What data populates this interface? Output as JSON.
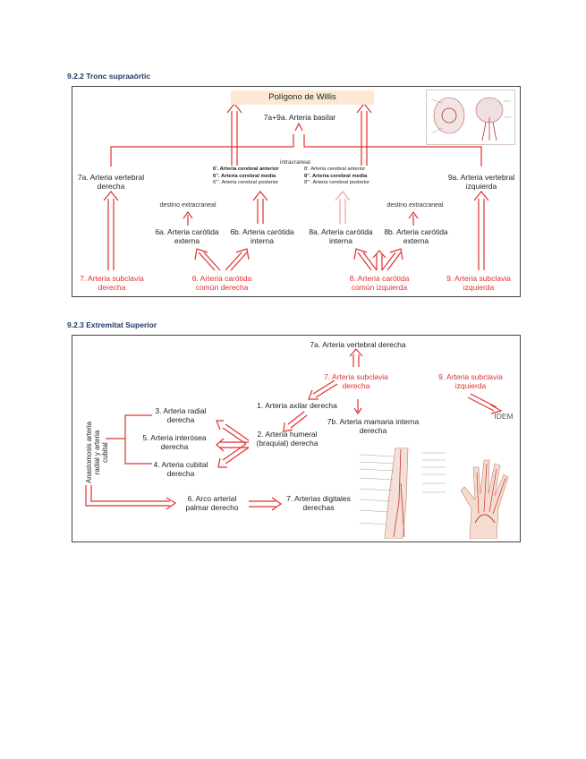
{
  "section1": {
    "title": "9.2.2 Tronc supraaòrtic",
    "willis_title": "Polígono de Willis",
    "basilar": "7a+9a. Arteria basilar",
    "willis_header": "intracraneal",
    "willis_left": [
      "6'. Arteria cerebral anterior",
      "6''. Arteria cerebral media",
      "6'''. Arteria cerebral posterior"
    ],
    "willis_right": [
      "8'. Arteria cerebral anterior",
      "8''. Arteria cerebral media",
      "8'''. Arteria cerebral posterior"
    ],
    "vert_r": [
      "7a. Arteria vertebral",
      "derecha"
    ],
    "vert_l": [
      "9a. Arteria vertebral",
      "izquierda"
    ],
    "extracranial_r": "destino extracraneal",
    "extracranial_l": "destino extracraneal",
    "carotid_ext_r": [
      "6a. Arteria carótida",
      "externa"
    ],
    "carotid_int_r": [
      "6b. Arteria carótida",
      "interna"
    ],
    "carotid_int_l": [
      "8a. Arteria carótida",
      "interna"
    ],
    "carotid_ext_l": [
      "8b. Arteria carótida",
      "externa"
    ],
    "subclavia_r": [
      "7. Arteria subclavia",
      "derecha"
    ],
    "common_r": [
      "6. Arteria carótida",
      "común derecha"
    ],
    "common_l": [
      "8. Arteria carótida",
      "común izquierda"
    ],
    "subclavia_l": [
      "9. Arteria subclavia",
      "izquierda"
    ]
  },
  "section2": {
    "title": "9.2.3 Extremitat Superior",
    "vert_r": "7a. Arteria vertebral derecha",
    "subclavia_r": [
      "7. Arteria subclavia",
      "derecha"
    ],
    "subclavia_l": [
      "9. Arteria subclavia",
      "izquierda"
    ],
    "idem": "IDEM",
    "axilar": "1. Arteria axilar derecha",
    "humeral": [
      "2. Arteria humeral",
      "(braquial) derecha"
    ],
    "mamaria": [
      "7b. Arteria mamaria interna",
      "derecha"
    ],
    "radial": [
      "3. Arteria radial",
      "derecha"
    ],
    "interosea": [
      "5. Arteria interósea",
      "derecha"
    ],
    "cubital": [
      "4. Arteria cubital",
      "derecha"
    ],
    "anastomosis": [
      "Anastomosis arteria",
      "radial y arteria",
      "cubital"
    ],
    "arco": [
      "6. Arco arterial",
      "palmar derecho"
    ],
    "digitales": [
      "7. Arterias digitales",
      "derechas"
    ]
  },
  "colors": {
    "red": "#e03030",
    "frame": "#444444",
    "willis_bg": "#fbe9d5",
    "title": "#1f3864"
  }
}
